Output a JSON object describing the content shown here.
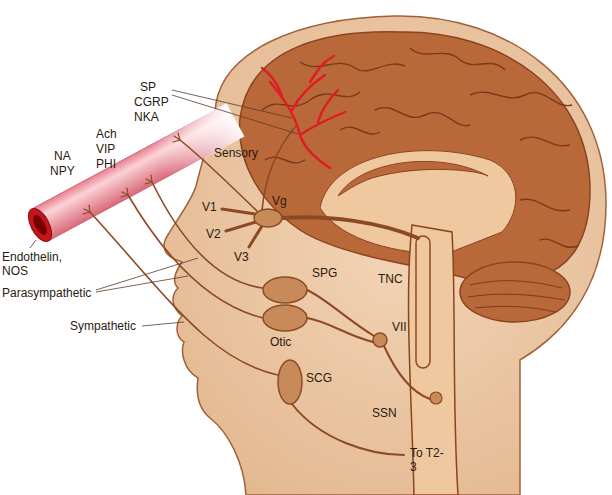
{
  "diagram": {
    "labels": [
      "SP",
      "CGRP",
      "NKA",
      "Ach",
      "VIP",
      "PHI",
      "NA",
      "NPY",
      "Sensory",
      "V1",
      "Vg",
      "V2",
      "V3",
      "Endothelin, NOS",
      "Parasympathetic",
      "SPG",
      "TNC",
      "Sympathetic",
      "Otic",
      "VII",
      "SCG",
      "SSN",
      "To T2-3"
    ]
  }
}
